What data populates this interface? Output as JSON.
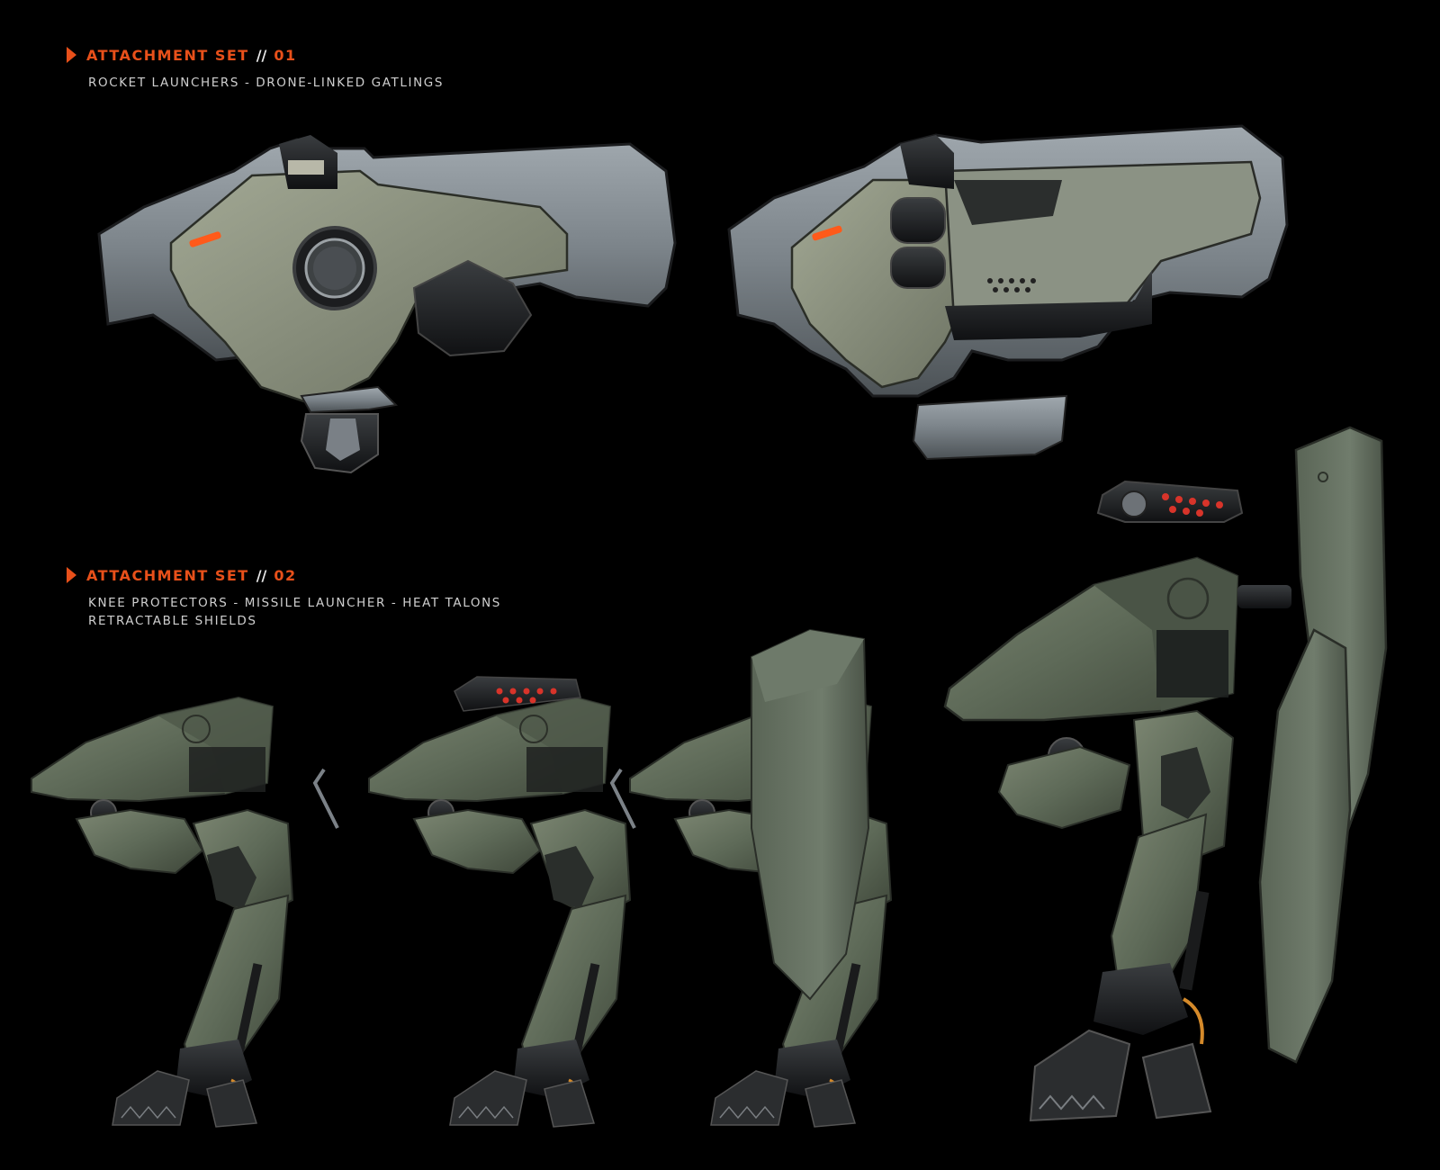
{
  "sections": [
    {
      "title": "ATTACHMENT SET",
      "separator": "//",
      "number": "01",
      "lines": [
        "ROCKET LAUNCHERS - DRONE-LINKED GATLINGS"
      ]
    },
    {
      "title": "ATTACHMENT SET",
      "separator": "//",
      "number": "02",
      "lines": [
        "KNEE PROTECTORS - MISSILE LAUNCHER - HEAT TALONS",
        "RETRACTABLE SHIELDS"
      ]
    }
  ],
  "colors": {
    "accent": "#e8501a",
    "background": "#000000",
    "armor_green": "#5e6a58",
    "armor_grey": "#7e868c",
    "dark_metal": "#1c1e20",
    "warning_glow": "#ff5a1a"
  }
}
